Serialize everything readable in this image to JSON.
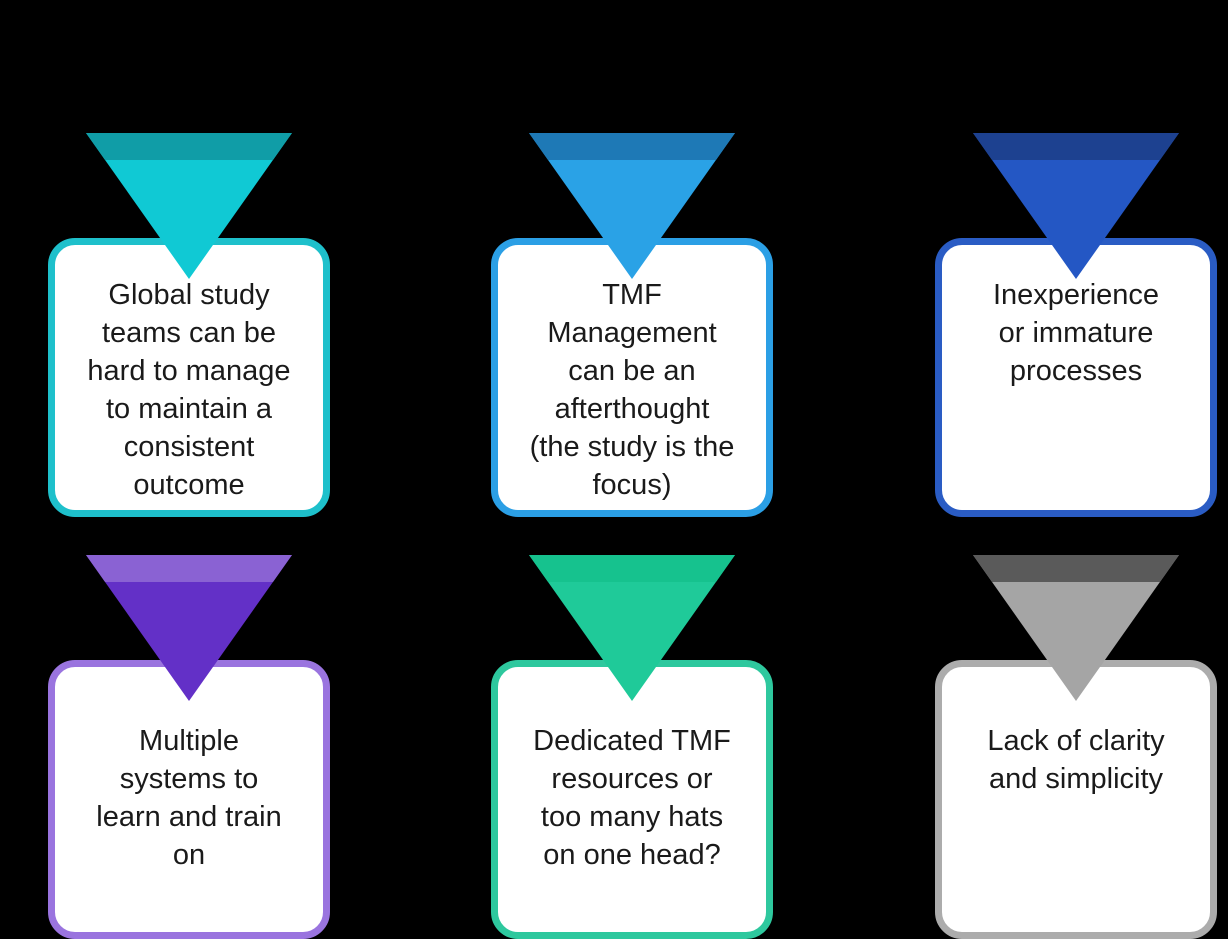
{
  "figure": {
    "background_color": "#000000",
    "text_color": "#1a1a1a",
    "layout": "2 rows x 3 columns of rounded cards, each with a two-tone downward triangle arrow pointing into the card"
  },
  "cards": [
    {
      "name": "global-study-teams",
      "row": 1,
      "col": 1,
      "text": "Global study\nteams can be\nhard to manage\nto maintain a\nconsistent\noutcome",
      "border_color": "#1ec0cb",
      "triangle_color": "#10c9d4",
      "triangle_band_color": "#109da7"
    },
    {
      "name": "tmf-management-afterthought",
      "row": 1,
      "col": 2,
      "text": "TMF\nManagement\ncan be an\nafterthought\n(the study is the\nfocus)",
      "border_color": "#2b9fe5",
      "triangle_color": "#2aa2e6",
      "triangle_band_color": "#1e79b6"
    },
    {
      "name": "inexperience-immature-processes",
      "row": 1,
      "col": 3,
      "text": "Inexperience\nor immature\nprocesses",
      "border_color": "#2a5cc4",
      "triangle_color": "#2457c4",
      "triangle_band_color": "#1d4190"
    },
    {
      "name": "multiple-systems",
      "row": 2,
      "col": 1,
      "text": "Multiple\nsystems to\nlearn and train\non",
      "border_color": "#9a74df",
      "triangle_color": "#6330c7",
      "triangle_band_color": "#8a62d3"
    },
    {
      "name": "dedicated-tmf-resources",
      "row": 2,
      "col": 2,
      "text": "Dedicated TMF\nresources or\ntoo many hats\non one head?",
      "border_color": "#2ec89e",
      "triangle_color": "#1fca99",
      "triangle_band_color": "#16c28e"
    },
    {
      "name": "lack-of-clarity",
      "row": 2,
      "col": 3,
      "text": "Lack of clarity\nand simplicity",
      "border_color": "#acacac",
      "triangle_color": "#a5a5a5",
      "triangle_band_color": "#5a5a5a"
    }
  ]
}
